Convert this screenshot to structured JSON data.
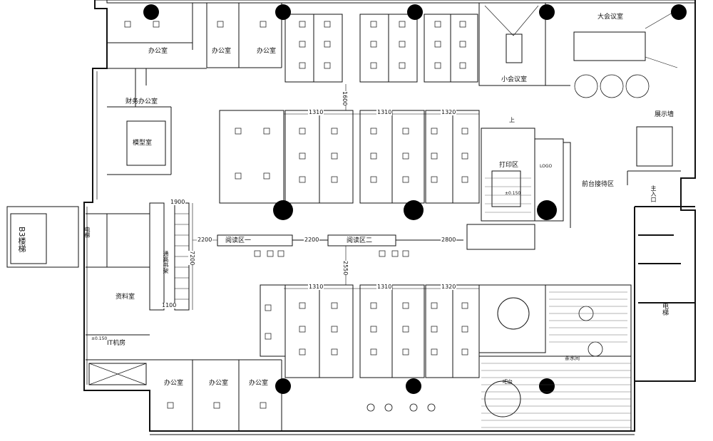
{
  "rooms": {
    "office_top_1": "办公室",
    "office_top_2": "办公室",
    "office_top_3": "办公室",
    "finance_office": "财务办公室",
    "model_room": "模型室",
    "small_meeting": "小会议室",
    "large_meeting": "大会议室",
    "display_wall": "展示墙",
    "print_area": "打印区",
    "logo": "LOGO",
    "reception": "前台接待区",
    "main_entrance": "主入口",
    "reading_1": "阅读区一",
    "reading_2": "阅读区二",
    "tongzhou_bookshelf": "通高书架",
    "b3_stair": "B3楼梯",
    "archive": "资料室",
    "it_room": "IT机房",
    "tea_area": "茶水间",
    "bar": "吧台",
    "office_bottom_1": "办公室",
    "office_bottom_2": "办公室",
    "office_bottom_3": "办公室",
    "elevator": "电梯",
    "up_label": "上",
    "level_mark_1": "±0.150",
    "level_mark_2": "±0.150",
    "lift_right": "电梯"
  },
  "dimensions": {
    "d1600": "1600",
    "d1310_a": "1310",
    "d1310_b": "1310",
    "d1320_a": "1320",
    "d1900": "1900",
    "d2200_a": "2200",
    "d2200_b": "2200",
    "d2800": "2800",
    "d7200": "7200",
    "d2550": "2550",
    "d1310_c": "1310",
    "d1310_d": "1310",
    "d1320_b": "1320",
    "d1100": "1100"
  }
}
